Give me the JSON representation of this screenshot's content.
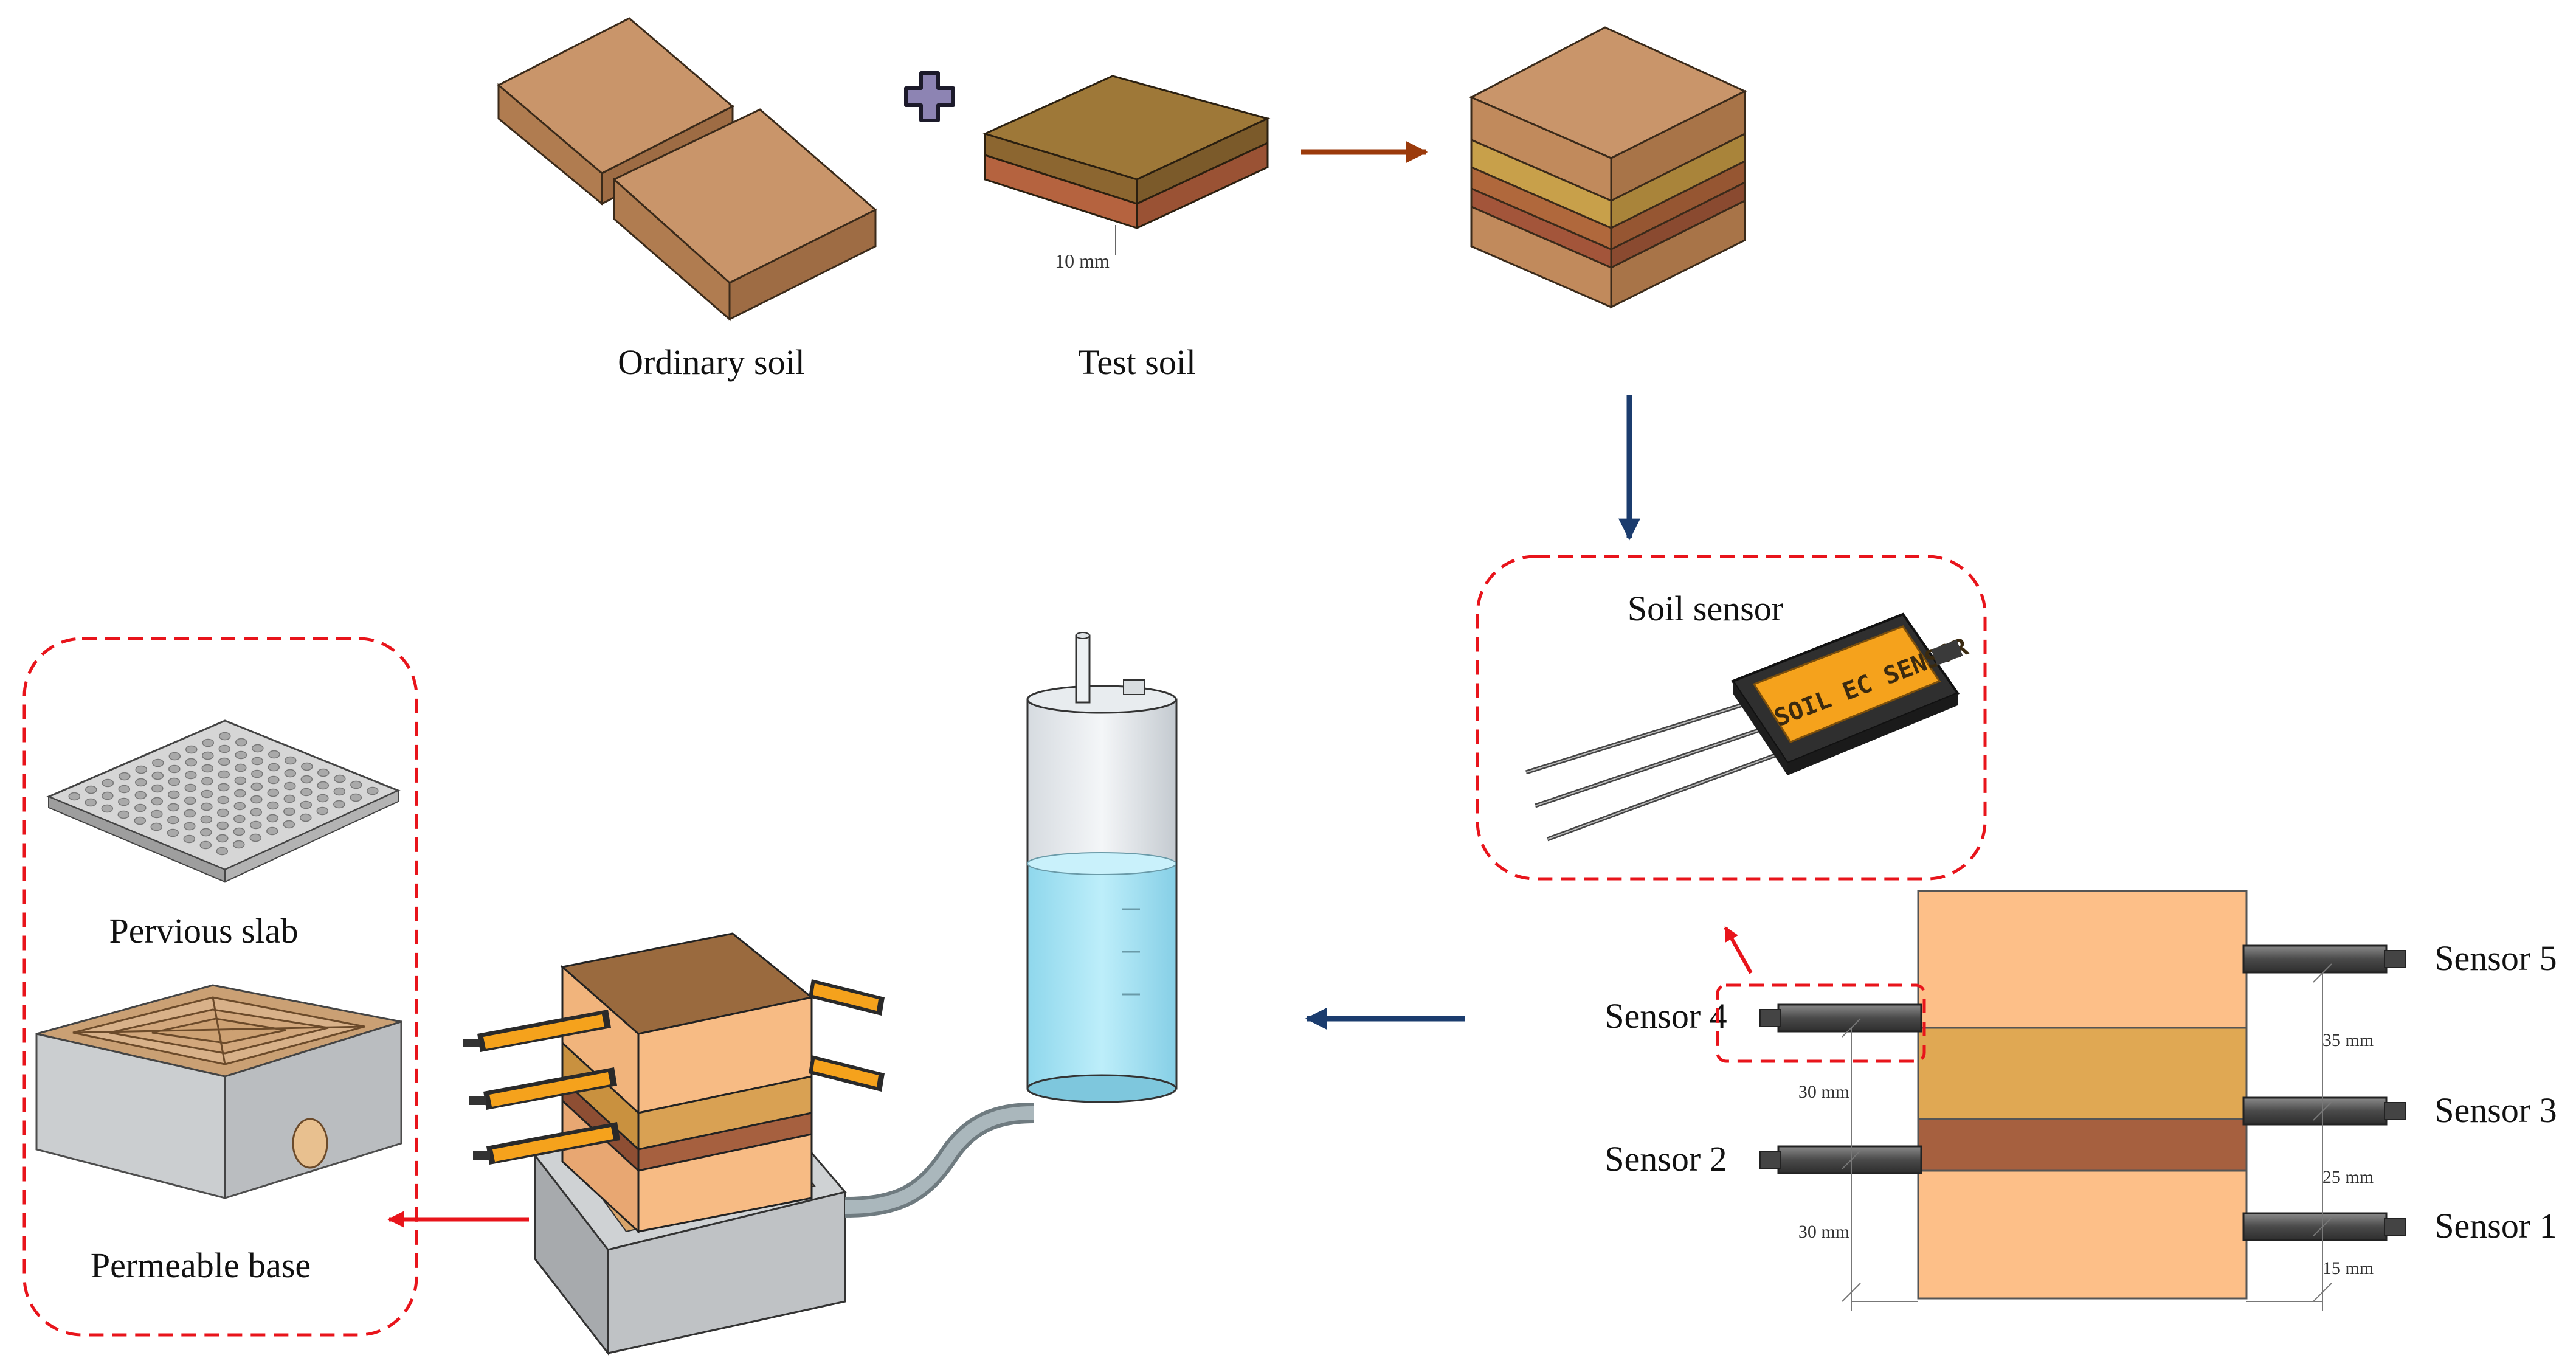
{
  "labels": {
    "ordinary_soil": "Ordinary  soil",
    "test_soil": "Test soil",
    "test_soil_thickness": "10 mm",
    "soil_sensor": "Soil sensor",
    "sensor_body_text": "SOIL EC SENSOR",
    "pervious_slab": "Pervious slab",
    "permeable_base": "Permeable base"
  },
  "sensors": [
    {
      "id": "s1",
      "label": "Sensor 1"
    },
    {
      "id": "s2",
      "label": "Sensor 2"
    },
    {
      "id": "s3",
      "label": "Sensor 3"
    },
    {
      "id": "s4",
      "label": "Sensor 4"
    },
    {
      "id": "s5",
      "label": "Sensor 5"
    }
  ],
  "dimensions": {
    "left_upper": "30 mm",
    "left_lower": "30 mm",
    "right_top": "35 mm",
    "right_middle": "25 mm",
    "right_bottom": "15 mm"
  },
  "colors": {
    "ordinary_soil": "#c18a5c",
    "test_soil_top": "#9b7538",
    "test_soil_stripe": "#a6583e",
    "section_soil": "#fdbf88",
    "section_test": "#e0a853",
    "section_stripe": "#a6603f",
    "flow_arrow_brown": "#9b3a0b",
    "flow_arrow_navy": "#1b3c6e",
    "highlight_red": "#e8141b",
    "water": "#a9e4f4",
    "sensor_orange": "#f5a21c"
  }
}
